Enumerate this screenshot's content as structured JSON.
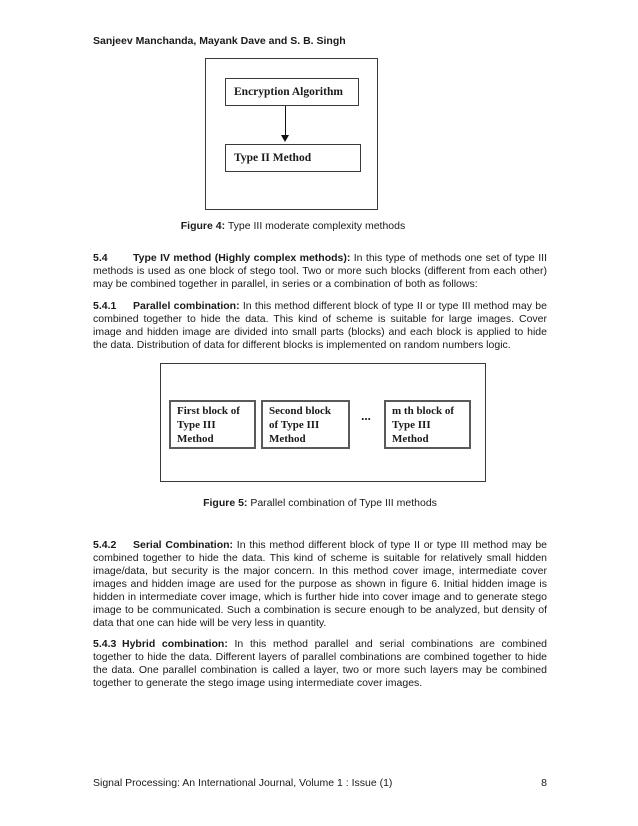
{
  "header": {
    "authors": "Sanjeev Manchanda, Mayank Dave and S. B. Singh"
  },
  "figure4": {
    "box1_label": "Encryption Algorithm",
    "box2_label": "Type II Method",
    "caption_label": "Figure 4:",
    "caption_text": " Type III moderate complexity methods"
  },
  "figure5": {
    "box1_label": "First block of\nType III\nMethod",
    "box2_label": "Second block\nof Type III\nMethod",
    "dots": "...",
    "box3_label": "m th block of\nType III\nMethod",
    "caption_label": "Figure 5:",
    "caption_text": " Parallel combination of Type III methods"
  },
  "sections": [
    {
      "number": "5.4",
      "heading": "Type IV method (Highly complex methods):",
      "body": "In this type of methods one set of type III methods is used as one block of stego tool. Two or more such blocks (different from each other) may be combined together in parallel, in series or a combination of both as follows:"
    },
    {
      "number": "5.4.1",
      "heading": "Parallel combination:",
      "body": "In this method different block of type II or type III method may be combined together to hide the data. This kind of scheme is suitable for large images. Cover image and hidden image are divided into small parts (blocks) and each block is applied to hide the data. Distribution of data for different blocks is implemented on random numbers logic."
    },
    {
      "number": "5.4.2",
      "heading": "Serial Combination:",
      "body": "In this method different block of type II or type III method may be combined together to hide the data. This kind of scheme is suitable for relatively small hidden image/data, but security is the major concern. In this method cover image, intermediate cover images and hidden image are used for the purpose as shown in figure 6. Initial hidden image is hidden in intermediate cover image, which is further hide into cover image and to generate stego image to be communicated. Such a combination is secure enough to be analyzed, but density of data that one can hide will be very less in quantity."
    },
    {
      "number": "5.4.3",
      "heading": "Hybrid combination:",
      "body": "In this method parallel and serial combinations are combined together to hide the data. Different layers of parallel combinations are combined together to hide the data. One parallel combination is called a layer, two or more such layers may be combined together to generate the stego image using intermediate cover images."
    }
  ],
  "footer": {
    "journal": "Signal Processing: An International Journal, Volume 1 : Issue (1)",
    "page_number": "8"
  }
}
